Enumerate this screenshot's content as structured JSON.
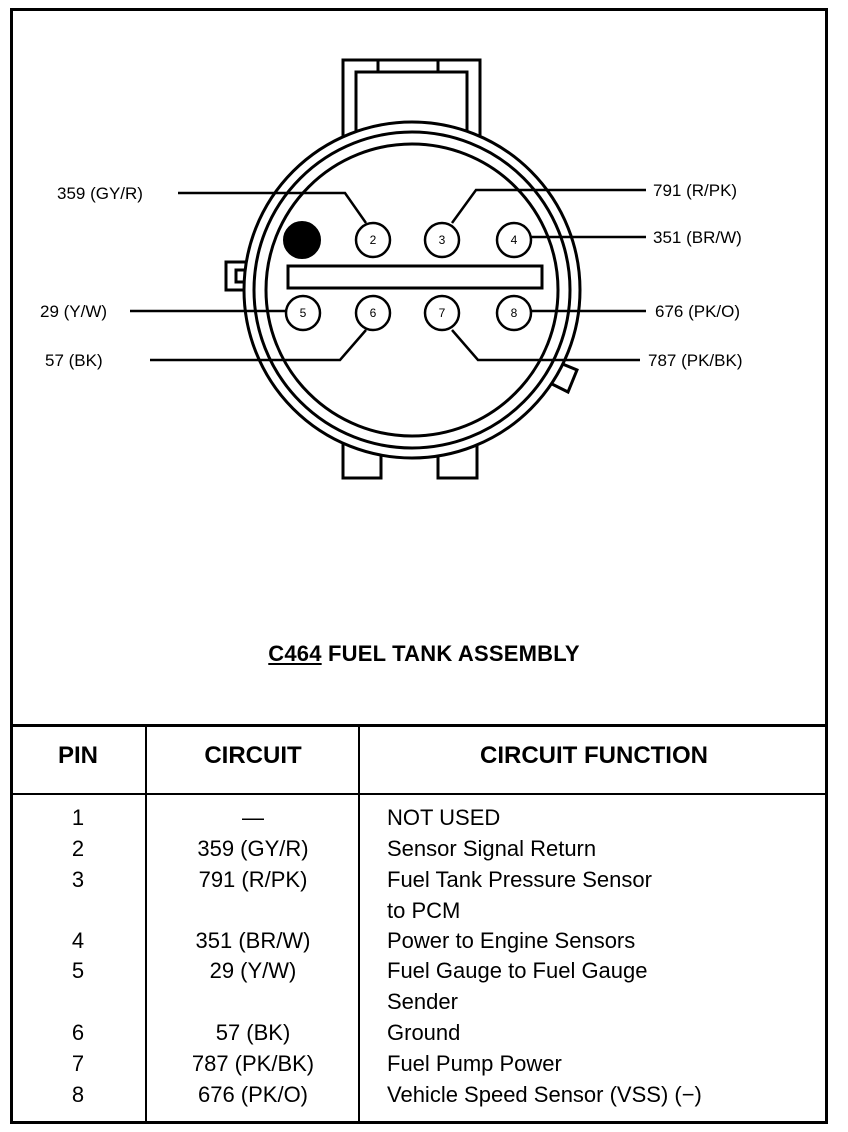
{
  "connector": {
    "code": "C464",
    "title": "FUEL TANK ASSEMBLY",
    "pins": [
      {
        "pin": "1",
        "label": ""
      },
      {
        "pin": "2",
        "label": "359 (GY/R)"
      },
      {
        "pin": "3",
        "label": "791 (R/PK)"
      },
      {
        "pin": "4",
        "label": "351 (BR/W)"
      },
      {
        "pin": "5",
        "label": "29 (Y/W)"
      },
      {
        "pin": "6",
        "label": "57 (BK)"
      },
      {
        "pin": "7",
        "label": "787 (PK/BK)"
      },
      {
        "pin": "8",
        "label": "676 (PK/O)"
      }
    ]
  },
  "table": {
    "headers": {
      "pin": "PIN",
      "circuit": "CIRCUIT",
      "function": "CIRCUIT FUNCTION"
    },
    "rows": [
      {
        "pin": "1",
        "circuit": "—",
        "function": "NOT USED"
      },
      {
        "pin": "2",
        "circuit": "359 (GY/R)",
        "function": "Sensor Signal Return"
      },
      {
        "pin": "3",
        "circuit": "791 (R/PK)",
        "function": "Fuel Tank Pressure Sensor\nto PCM"
      },
      {
        "pin": "4",
        "circuit": "351 (BR/W)",
        "function": "Power to Engine Sensors"
      },
      {
        "pin": "5",
        "circuit": "29 (Y/W)",
        "function": "Fuel Gauge to Fuel Gauge\nSender"
      },
      {
        "pin": "6",
        "circuit": "57 (BK)",
        "function": "Ground"
      },
      {
        "pin": "7",
        "circuit": "787 (PK/BK)",
        "function": "Fuel Pump Power"
      },
      {
        "pin": "8",
        "circuit": "676 (PK/O)",
        "function": "Vehicle Speed Sensor (VSS) (−)"
      }
    ]
  }
}
